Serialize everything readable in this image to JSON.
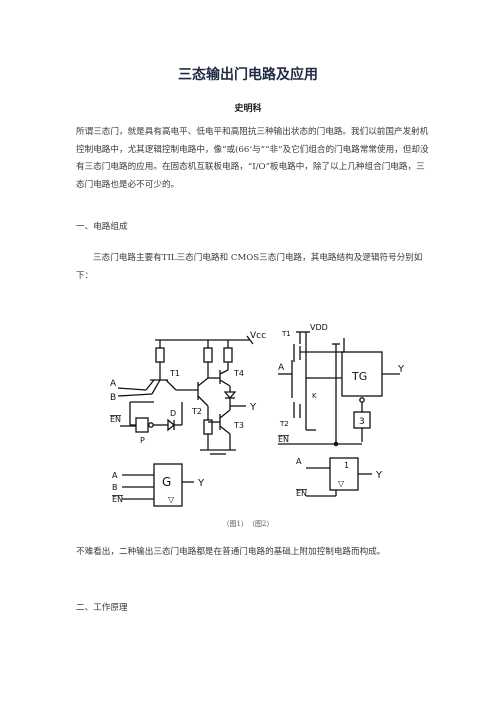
{
  "title": "三态输出门电路及应用",
  "author": "史明科",
  "intro": "所谓三态门，就是具有高电平、低电平和高阻抗三种输出状态的门电路。我们以前国产发射机控制电路中，尤其逻辑控制电路中，像“或(66‘与”“非”及它们组合的门电路常常使用，但却没有三态门电路的应用。在固态机互联板电路，“I/O”板电路中，除了以上几种组合门电路，三态门电路也是必不可少的。",
  "section1": {
    "heading": "一、电路组成",
    "text": "三态门电路主要有TIL三态门电路和 CMOS三态门电路，其电路结构及逻辑符号分别如下："
  },
  "figure": {
    "vcc": "Vcc",
    "vdd": "VDD",
    "t1": "T1",
    "t2": "T2",
    "t3": "T3",
    "t4": "T4",
    "d": "D",
    "p": "P",
    "a": "A",
    "b": "B",
    "en_bar": "EN",
    "y": "Y",
    "tg": "TG",
    "gate3": "3",
    "g": "G",
    "tri": "▽",
    "cmos_t1": "T1",
    "cmos_t2": "T2",
    "k": "K"
  },
  "caption": "（图1）　（图2）",
  "conclusion": "不难看出，二种输出三态门电路都是在普通门电路的基础上附加控制电路而构成。",
  "section2": {
    "heading": "二、工作原理"
  }
}
